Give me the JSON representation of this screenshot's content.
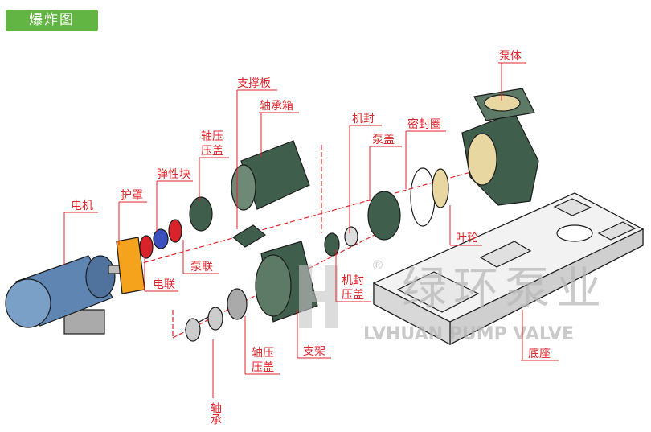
{
  "header": {
    "title": "爆炸图"
  },
  "labels": {
    "pump_body": "泵体",
    "support_plate": "支撑板",
    "bearing_box": "轴承箱",
    "mech_seal": "机封",
    "pump_cover": "泵盖",
    "seal_ring": "密封圈",
    "shaft_gland_top": [
      "轴压",
      "压盖"
    ],
    "elastic_block": "弹性块",
    "guard": "护罩",
    "motor": "电机",
    "impeller": "叶轮",
    "pump_coupling": "泵联",
    "motor_coupling": "电联",
    "mech_seal_gland": [
      "机封",
      "压盖"
    ],
    "shaft_gland_bottom": [
      "轴压",
      "压盖"
    ],
    "bracket": "支架",
    "bearing": "轴承",
    "base": "底座"
  },
  "watermark": {
    "cn": "绿环泵业",
    "en": "LVHUAN PUMP VALVE",
    "mark": "®"
  },
  "colors": {
    "badge": "#62b443",
    "label": "#e0242b",
    "motor": "#5f86b3",
    "pump": "#3f5e4c",
    "base": "#d9d9d9"
  }
}
